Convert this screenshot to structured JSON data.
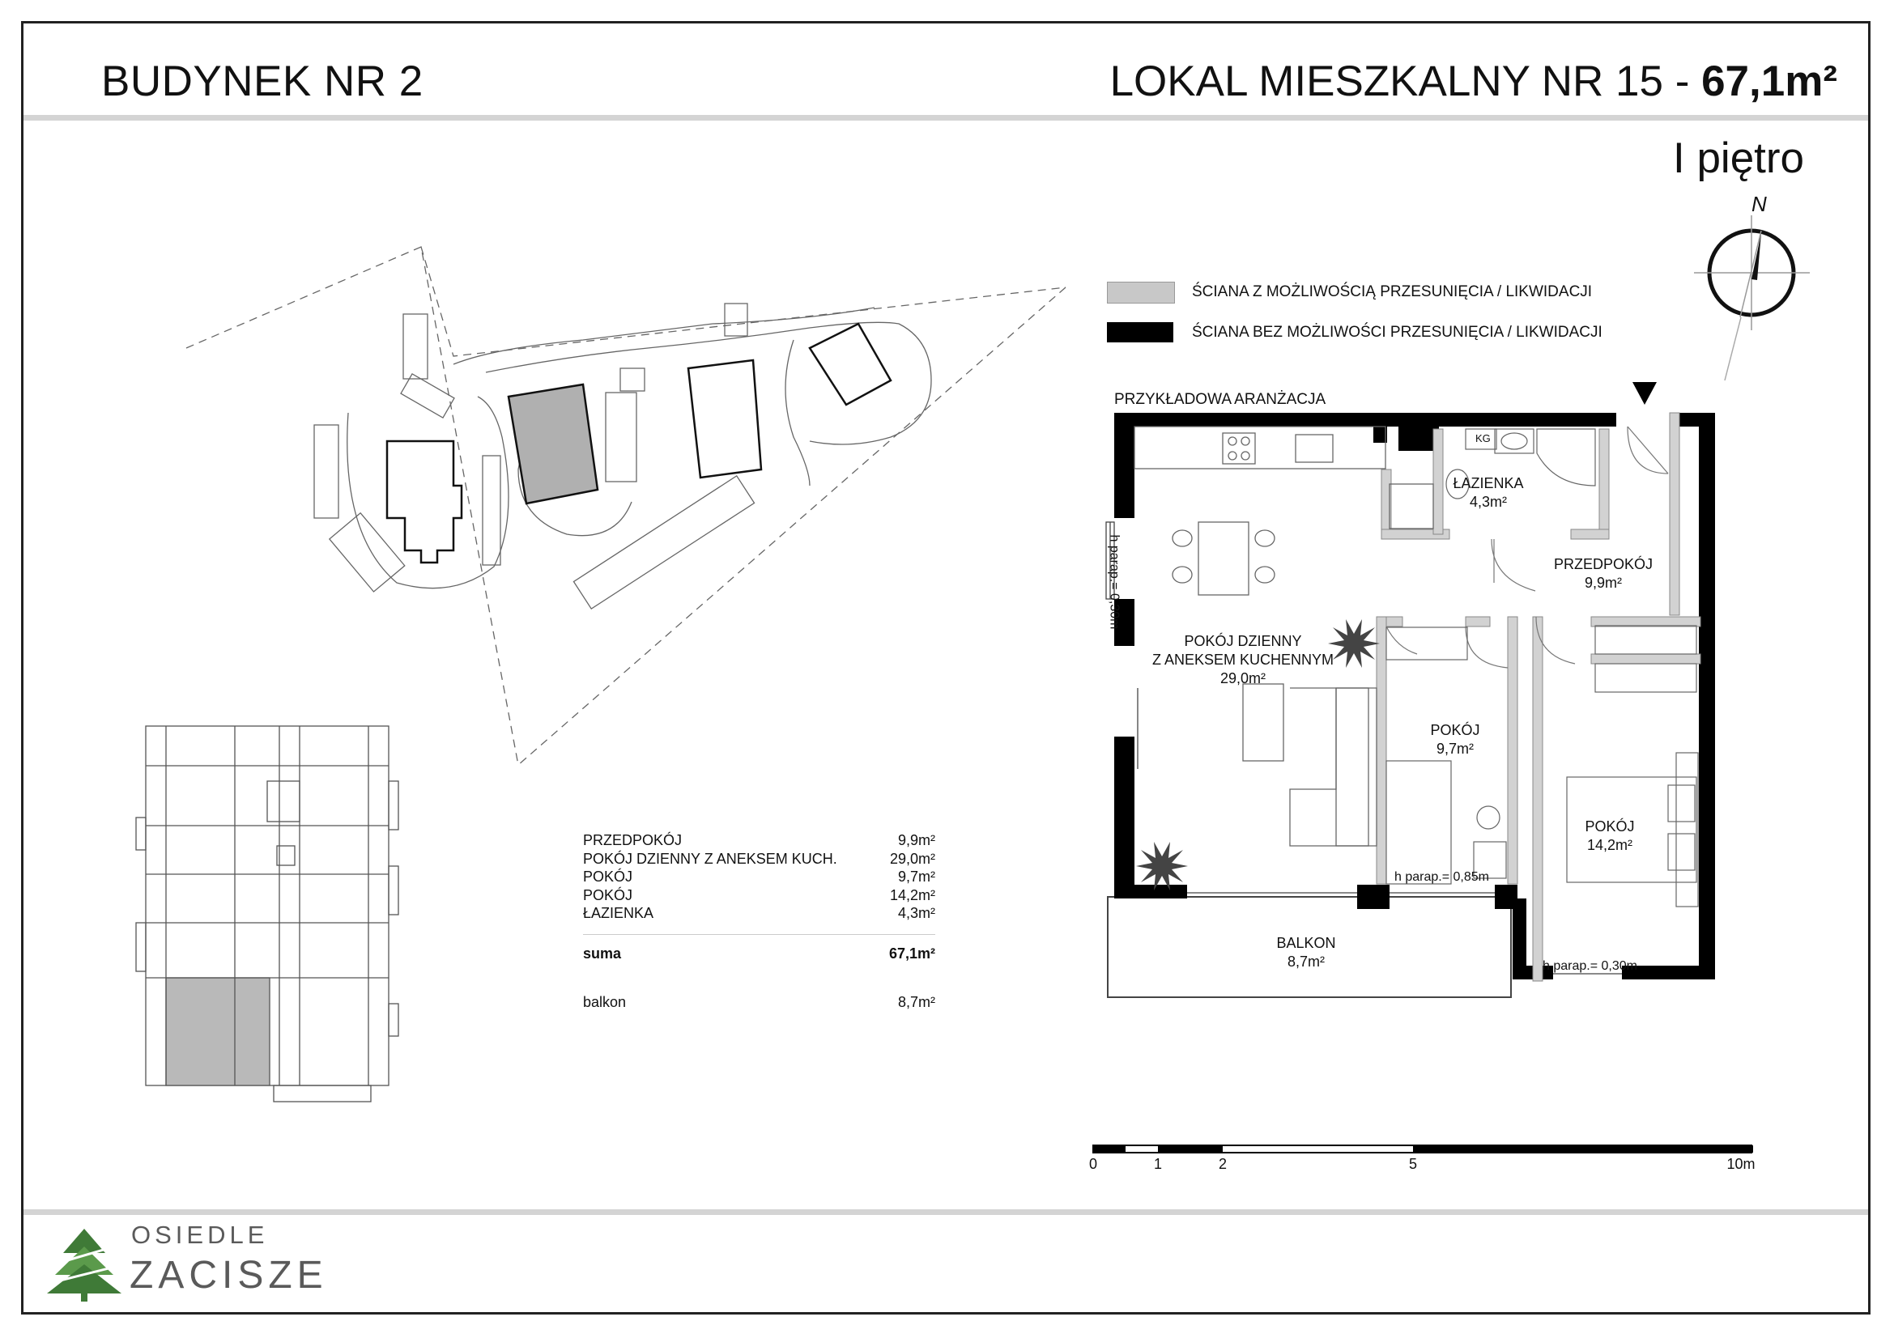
{
  "header": {
    "building": "BUDYNEK NR 2",
    "unit_label": "LOKAL MIESZKALNY NR 15 - ",
    "unit_area": "67,1m²"
  },
  "floor": "I piętro",
  "compass": {
    "north_label": "N"
  },
  "legend": {
    "items": [
      {
        "label": "ŚCIANA Z MOŻLIWOŚCIĄ PRZESUNIĘCIA / LIKWIDACJI",
        "color": "#c8c8c8"
      },
      {
        "label": "ŚCIANA BEZ MOŻLIWOŚCI PRZESUNIĘCIA / LIKWIDACJI",
        "color": "#000000"
      }
    ]
  },
  "plan": {
    "arrangement_label": "PRZYKŁADOWA ARANŻACJA",
    "kg_label": "KG",
    "rooms": {
      "lazienka": {
        "name": "ŁAZIENKA",
        "area": "4,3m²"
      },
      "przedpokoj": {
        "name": "PRZEDPOKÓJ",
        "area": "9,9m²"
      },
      "dzienny": {
        "name1": "POKÓJ DZIENNY",
        "name2": "Z ANEKSEM KUCHENNYM",
        "area": "29,0m²"
      },
      "pokoj1": {
        "name": "POKÓJ",
        "area": "9,7m²"
      },
      "pokoj2": {
        "name": "POKÓJ",
        "area": "14,2m²"
      },
      "balkon": {
        "name": "BALKON",
        "area": "8,7m²"
      }
    },
    "notes": {
      "h_left": "h parap.= 0,30m",
      "h_mid": "h parap.= 0,85m",
      "h_right": "h parap.= 0,30m"
    }
  },
  "areas": {
    "rows": [
      {
        "name": "PRZEDPOKÓJ",
        "value": "9,9m²"
      },
      {
        "name": "POKÓJ DZIENNY Z ANEKSEM KUCH.",
        "value": "29,0m²"
      },
      {
        "name": "POKÓJ",
        "value": "9,7m²"
      },
      {
        "name": "POKÓJ",
        "value": "14,2m²"
      },
      {
        "name": "ŁAZIENKA",
        "value": "4,3m²"
      }
    ],
    "sum_label": "suma",
    "sum_value": "67,1m²",
    "balcony_label": "balkon",
    "balcony_value": "8,7m²"
  },
  "scale": {
    "labels": [
      "0",
      "1",
      "2",
      "5",
      "10m"
    ]
  },
  "logo": {
    "line1": "OSIEDLE",
    "line2": "ZACISZE",
    "tree_color": "#3f7a37"
  }
}
